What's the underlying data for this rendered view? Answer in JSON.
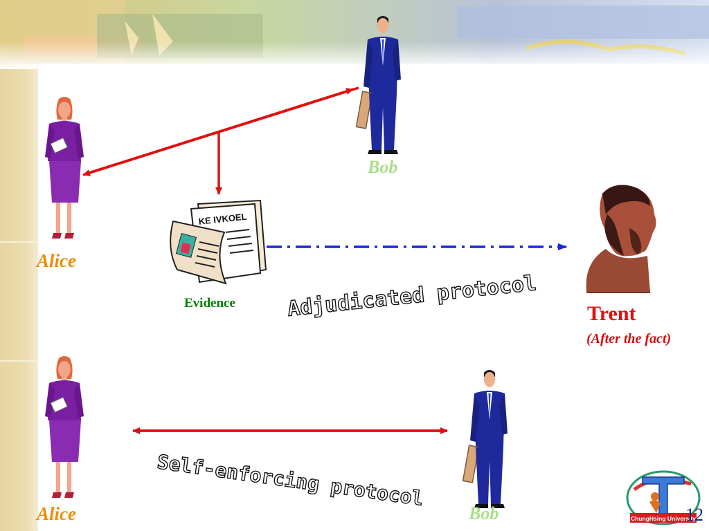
{
  "labels": {
    "alice_top": "Alice",
    "alice_bottom": "Alice",
    "bob_top": "Bob",
    "bob_bottom": "Bob",
    "evidence": "Evidence",
    "trent": "Trent",
    "trent_note": "(After the fact)",
    "adjudicated": "Adjudicated protocol",
    "self_enforcing": "Self-enforcing protocol",
    "newspaper_headline": "KE IVKOEL",
    "logo_caption": "ChungHsing University"
  },
  "page_number": "12",
  "colors": {
    "arrow_red": "#e01010",
    "arrow_blue": "#1a28d8",
    "alice_label": "#f08c00",
    "bob_label": "#a8e08a",
    "evidence_label": "#008000",
    "trent_label": "#e01010"
  },
  "icons": [
    "person-alice-icon",
    "person-bob-icon",
    "newspaper-icon",
    "bust-trent-icon",
    "university-logo-icon"
  ]
}
